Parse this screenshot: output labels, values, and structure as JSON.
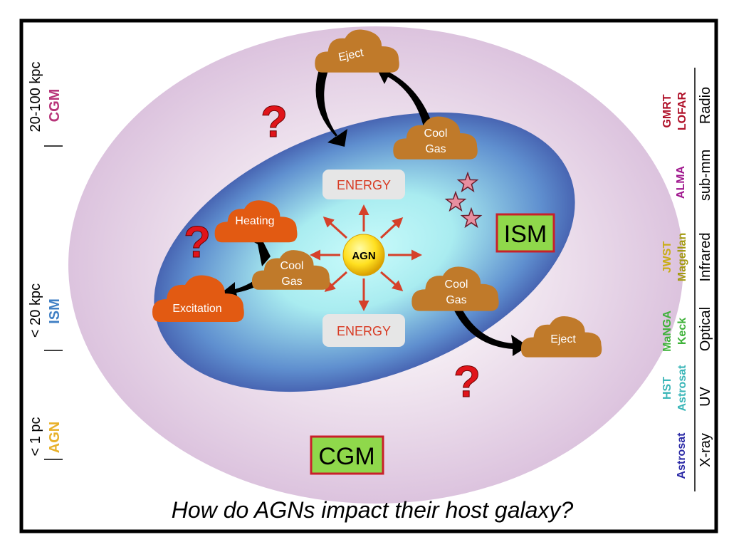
{
  "caption": "How do AGNs impact their host galaxy?",
  "center": {
    "agn": "AGN"
  },
  "energy_labels": {
    "top": "ENERGY",
    "bottom": "ENERGY"
  },
  "region_boxes": {
    "ism": "ISM",
    "cgm": "CGM"
  },
  "clouds": {
    "eject_top": "Eject",
    "cool_gas_top": [
      "Cool",
      "Gas"
    ],
    "heating": "Heating",
    "cool_gas_left": [
      "Cool",
      "Gas"
    ],
    "excitation": "Excitation",
    "cool_gas_right": [
      "Cool",
      "Gas"
    ],
    "eject_right": "Eject"
  },
  "question_mark": "?",
  "left_scale": [
    {
      "size": "20-100 kpc",
      "region": "CGM",
      "color": "#b8357a"
    },
    {
      "size": "< 20 kpc",
      "region": "ISM",
      "color": "#3f7fc4"
    },
    {
      "size": "< 1 pc",
      "region": "AGN",
      "color": "#e8b12a"
    }
  ],
  "right_scale": [
    {
      "band": "Radio",
      "telescopes": [
        {
          "name": "LOFAR",
          "color": "#b0122a"
        },
        {
          "name": "GMRT",
          "color": "#b0122a"
        }
      ]
    },
    {
      "band": "sub-mm",
      "telescopes": [
        {
          "name": "ALMA",
          "color": "#a0178e"
        }
      ]
    },
    {
      "band": "Infrared",
      "telescopes": [
        {
          "name": "Magellan",
          "color": "#a39a10"
        },
        {
          "name": "JWST",
          "color": "#c9ad16"
        }
      ]
    },
    {
      "band": "Optical",
      "telescopes": [
        {
          "name": "Keck",
          "color": "#3fb23a"
        },
        {
          "name": "MaNGA",
          "color": "#3fb23a"
        }
      ]
    },
    {
      "band": "UV",
      "telescopes": [
        {
          "name": "Astrosat",
          "color": "#3ab6b8"
        },
        {
          "name": "HST",
          "color": "#3ab6b8"
        }
      ]
    },
    {
      "band": "X-ray",
      "telescopes": [
        {
          "name": "Astrosat",
          "color": "#2b2aa6"
        }
      ]
    }
  ]
}
